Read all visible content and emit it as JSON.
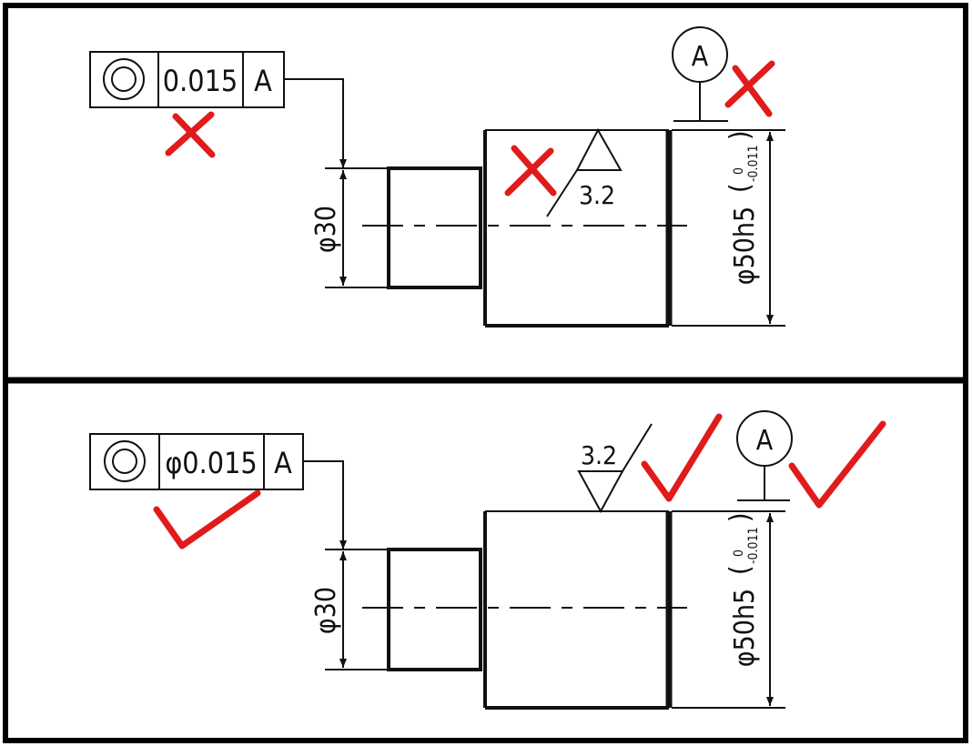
{
  "colors": {
    "ink": "#111111",
    "mark": "#e01b1b",
    "frame": "#000000",
    "paper": "#ffffff"
  },
  "top_panel": {
    "verdict": "incorrect",
    "fcf": {
      "symbol": "concentricity-icon",
      "tolerance": "0.015",
      "datum": "A"
    },
    "small_dim": "φ30",
    "roughness": "3.2",
    "datum_label": "A",
    "large_dim": {
      "base": "φ50h5",
      "upper": "0",
      "lower": "-0.011"
    },
    "marks": [
      "cross",
      "cross",
      "cross"
    ]
  },
  "bottom_panel": {
    "verdict": "correct",
    "fcf": {
      "symbol": "concentricity-icon",
      "tolerance": "φ0.015",
      "datum": "A"
    },
    "small_dim": "φ30",
    "roughness": "3.2",
    "datum_label": "A",
    "large_dim": {
      "base": "φ50h5",
      "upper": "0",
      "lower": "-0.011"
    },
    "marks": [
      "check",
      "check",
      "check"
    ]
  }
}
